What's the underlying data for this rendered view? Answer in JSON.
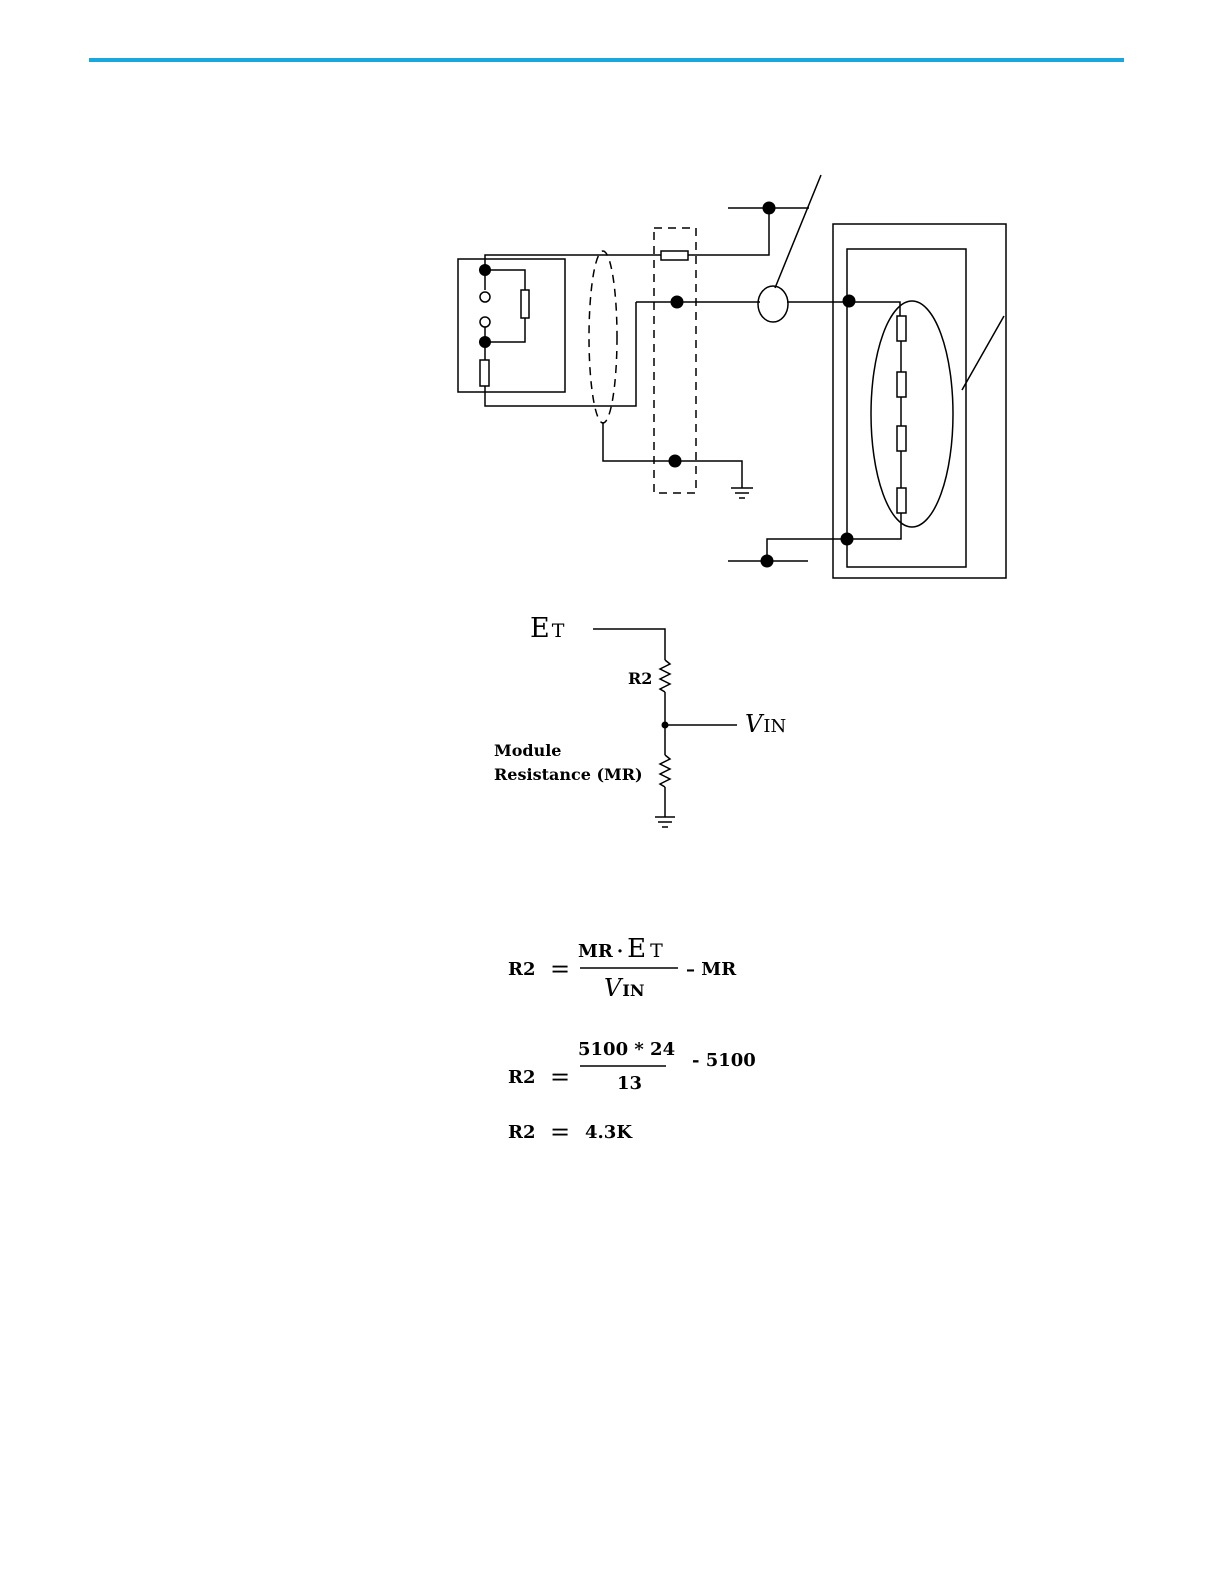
{
  "header": {
    "rule_color": "#1aa7e0"
  },
  "divider": {
    "et_main": "E",
    "et_sub": "T",
    "r2_label": "R2",
    "vin_main": "V",
    "vin_sub": "IN",
    "mr_line1": "Module",
    "mr_line2": "Resistance (MR)"
  },
  "equations": {
    "eq1": {
      "lhs": "R2",
      "equals": "=",
      "num_mr": "MR",
      "dot": "·",
      "num_e": "E",
      "num_t": "T",
      "den_v": "V",
      "den_in": "IN",
      "tail": "– MR"
    },
    "eq2": {
      "lhs": "R2",
      "equals": "=",
      "numerator": "5100 * 24",
      "denominator": "13",
      "tail": "- 5100"
    },
    "eq3": {
      "lhs": "R2",
      "equals": "=",
      "result": "4.3K"
    }
  }
}
